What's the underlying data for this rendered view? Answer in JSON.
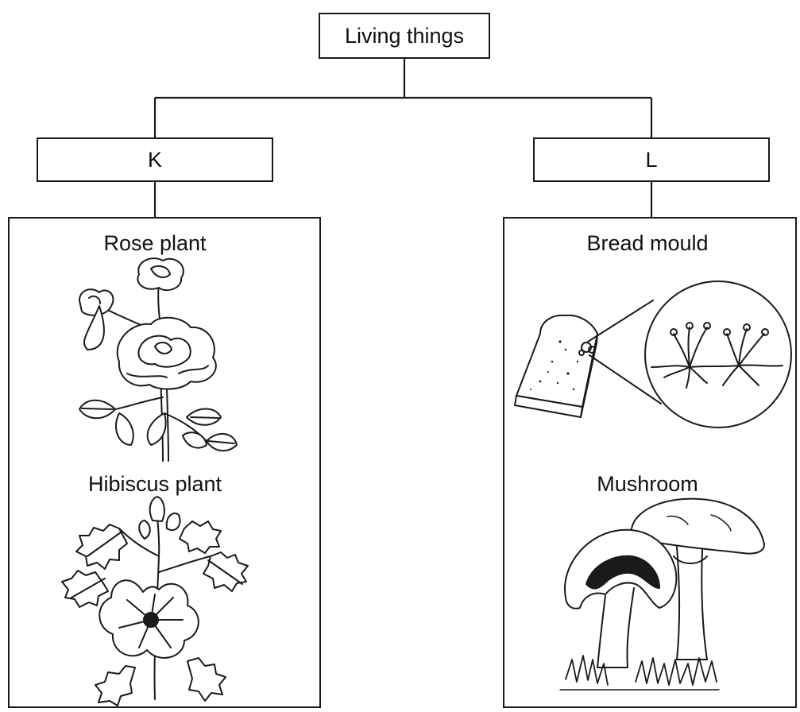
{
  "root": {
    "label": "Living things"
  },
  "groups": [
    {
      "label": "K",
      "items": [
        "Rose plant",
        "Hibiscus plant"
      ]
    },
    {
      "label": "L",
      "items": [
        "Bread mould",
        "Mushroom"
      ]
    }
  ]
}
